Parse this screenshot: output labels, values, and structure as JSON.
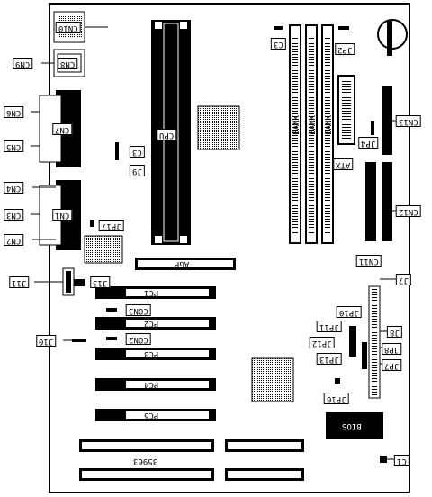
{
  "labels": {
    "cn10": "CN10",
    "cn9": "CN9",
    "cn8": "CN8",
    "cn6": "CN6",
    "cn7": "CN7",
    "cn5": "CN5",
    "cn4": "CN4",
    "cn1": "CN1",
    "cn3": "CN3",
    "cn2": "CN2",
    "j11": "J11",
    "j13": "J13",
    "j10": "J10",
    "c3": "C3",
    "jp2": "JP2",
    "cpu": "CPU",
    "c3b": "C3",
    "j9": "J9",
    "jp17": "JP17",
    "agp": "AGP",
    "atx": "ATX",
    "jp4": "JP4",
    "cn13": "CN13",
    "cn12": "CN12",
    "cn11": "CN11",
    "j7": "J7",
    "pc1": "PC1",
    "con3": "CON3",
    "pc2": "PC2",
    "con2": "CON2",
    "pc3": "PC3",
    "pc4": "PC4",
    "pc5": "PC5",
    "jp10": "JP10",
    "jp11": "JP11",
    "j8": "J8",
    "jp12": "JP12",
    "jp8": "JP8",
    "jp13": "JP13",
    "jp7": "JP7",
    "jp16": "JP16",
    "bios": "BIOS",
    "c1": "C1",
    "board_no": "35963",
    "bank": "BANK"
  }
}
